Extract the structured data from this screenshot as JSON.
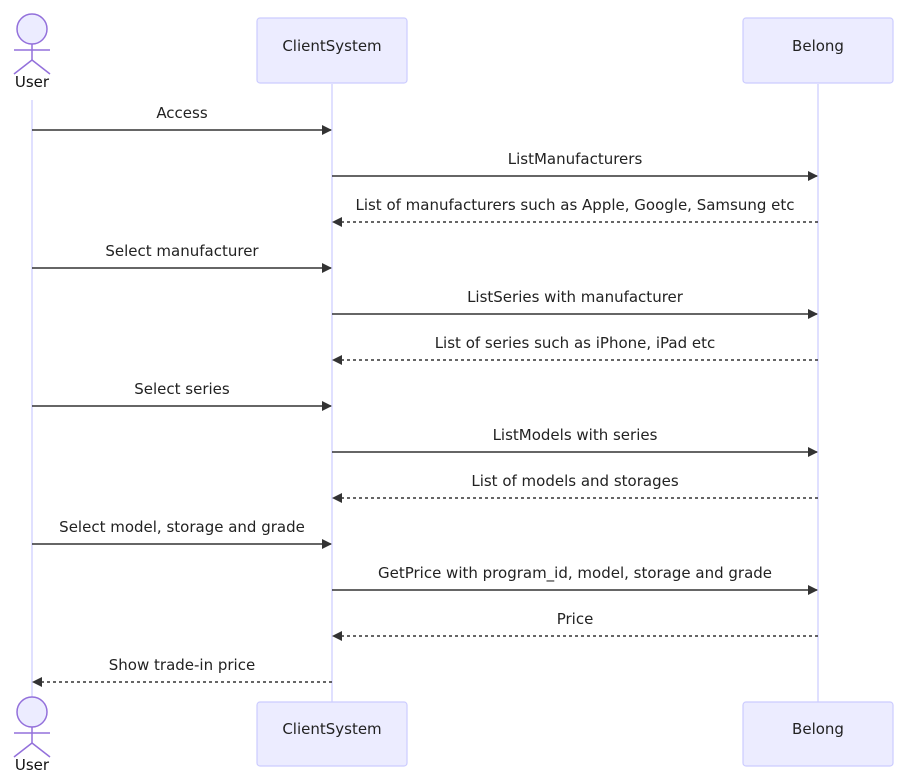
{
  "participants": {
    "user": "User",
    "client": "ClientSystem",
    "belong": "Belong"
  },
  "messages": [
    {
      "from": "user",
      "to": "client",
      "text": "Access",
      "kind": "sync"
    },
    {
      "from": "client",
      "to": "belong",
      "text": "ListManufacturers",
      "kind": "sync"
    },
    {
      "from": "belong",
      "to": "client",
      "text": "List of manufacturers such as Apple, Google, Samsung etc",
      "kind": "reply"
    },
    {
      "from": "user",
      "to": "client",
      "text": "Select manufacturer",
      "kind": "sync"
    },
    {
      "from": "client",
      "to": "belong",
      "text": "ListSeries with manufacturer",
      "kind": "sync"
    },
    {
      "from": "belong",
      "to": "client",
      "text": "List of series such as iPhone, iPad etc",
      "kind": "reply"
    },
    {
      "from": "user",
      "to": "client",
      "text": "Select series",
      "kind": "sync"
    },
    {
      "from": "client",
      "to": "belong",
      "text": "ListModels with series",
      "kind": "sync"
    },
    {
      "from": "belong",
      "to": "client",
      "text": "List of models and storages",
      "kind": "reply"
    },
    {
      "from": "user",
      "to": "client",
      "text": "Select model, storage and grade",
      "kind": "sync"
    },
    {
      "from": "client",
      "to": "belong",
      "text": "GetPrice with program_id, model, storage and grade",
      "kind": "sync"
    },
    {
      "from": "belong",
      "to": "client",
      "text": "Price",
      "kind": "reply"
    },
    {
      "from": "client",
      "to": "user",
      "text": "Show trade-in price",
      "kind": "reply"
    }
  ],
  "colors": {
    "box_fill": "#ECECFF",
    "box_stroke": "#CCCCFF",
    "actor_stroke": "#9370DB",
    "arrow": "#333333"
  }
}
